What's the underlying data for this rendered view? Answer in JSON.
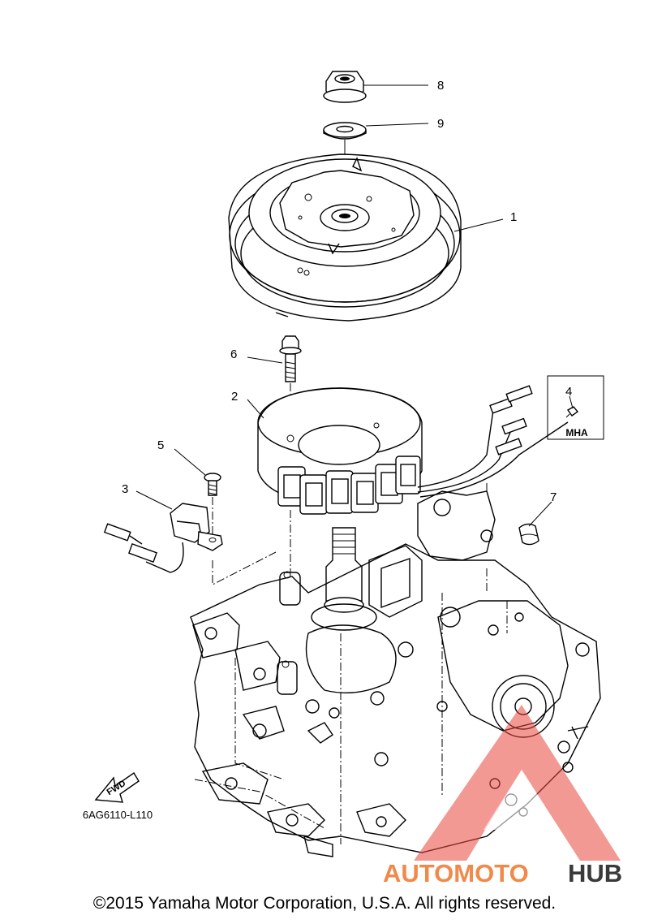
{
  "diagram": {
    "callouts": [
      {
        "id": "1",
        "label": "1"
      },
      {
        "id": "2",
        "label": "2"
      },
      {
        "id": "3",
        "label": "3"
      },
      {
        "id": "4",
        "label": "4"
      },
      {
        "id": "5",
        "label": "5"
      },
      {
        "id": "6",
        "label": "6"
      },
      {
        "id": "7",
        "label": "7"
      },
      {
        "id": "8",
        "label": "8"
      },
      {
        "id": "9",
        "label": "9"
      }
    ],
    "variant_box_label": "MHA",
    "fwd_label": "FWD",
    "diagram_code": "6AG6110-L110"
  },
  "watermark": {
    "part1": "AUTOMOTO",
    "part2": "HUB",
    "color_primary": "#f08a4b",
    "color_secondary": "#3a3a3a",
    "triangle_color": "#e8463c"
  },
  "footer": {
    "copyright": "©2015 Yamaha Motor Corporation, U.S.A. All rights reserved."
  }
}
